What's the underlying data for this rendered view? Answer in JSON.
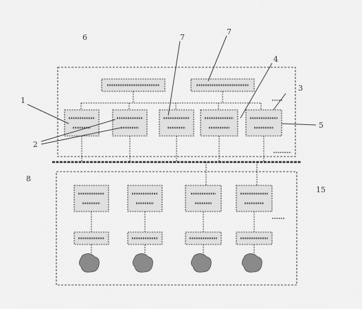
{
  "reference_numerals": {
    "r6": "6",
    "r7a": "7",
    "r7b": "7",
    "r4": "4",
    "r3": "3",
    "r1": "1",
    "r2": "2",
    "r5": "5",
    "r8": "8",
    "r15": "15"
  },
  "colors": {
    "line": "#333333",
    "box_fill": "#e0e0e0",
    "background": "#f0f0f0"
  },
  "icons": {
    "device_shape": "blob-device-icon"
  }
}
